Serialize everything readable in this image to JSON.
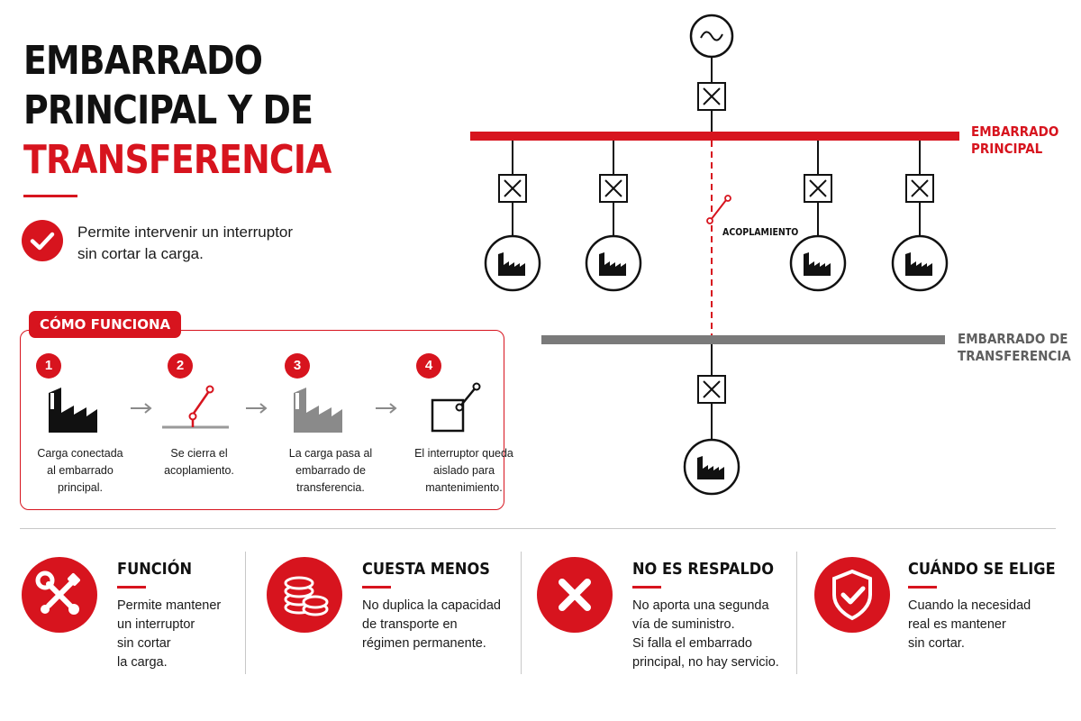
{
  "title": {
    "line1": "EMBARRADO",
    "line2": "PRINCIPAL Y DE",
    "line3": "TRANSFERENCIA"
  },
  "intro": {
    "line1": "Permite intervenir un interruptor",
    "line2": "sin cortar la carga."
  },
  "how": {
    "tag": "CÓMO FUNCIONA",
    "steps": [
      {
        "num": "1",
        "lines": [
          "Carga conectada",
          "al embarrado",
          "principal."
        ]
      },
      {
        "num": "2",
        "lines": [
          "Se cierra el",
          "acoplamiento."
        ]
      },
      {
        "num": "3",
        "lines": [
          "La carga pasa al",
          "embarrado de",
          "transferencia."
        ]
      },
      {
        "num": "4",
        "lines": [
          "El interruptor queda",
          "aislado para",
          "mantenimiento."
        ]
      }
    ]
  },
  "cards": [
    {
      "title": "FUNCIÓN",
      "icon": "wrench-screwdriver-icon",
      "lines": [
        "Permite mantener",
        "un interruptor",
        "sin cortar",
        "la carga."
      ]
    },
    {
      "title": "CUESTA MENOS",
      "icon": "coins-icon",
      "lines": [
        "No duplica la capacidad",
        "de transporte en",
        "régimen permanente."
      ]
    },
    {
      "title": "NO ES RESPALDO",
      "icon": "cross-icon",
      "lines": [
        "No aporta una segunda",
        "vía de suministro.",
        "Si falla el embarrado",
        "principal, no hay servicio."
      ]
    },
    {
      "title": "CUÁNDO SE ELIGE",
      "icon": "shield-check-icon",
      "lines": [
        "Cuando la necesidad",
        "real es mantener",
        "sin cortar."
      ]
    }
  ],
  "diagram": {
    "main_bus_label": [
      "EMBARRADO",
      "PRINCIPAL"
    ],
    "transfer_bus_label": [
      "EMBARRADO DE",
      "TRANSFERENCIA"
    ],
    "coupler_label": "ACOPLAMIENTO",
    "source_icon": "ac-generator-icon",
    "breaker_icon": "circuit-breaker-icon",
    "load_icon": "factory-load-icon"
  },
  "colors": {
    "accent": "#d7141e",
    "transfer_bus": "#7a7a7a",
    "ink": "#1a1a1a"
  }
}
